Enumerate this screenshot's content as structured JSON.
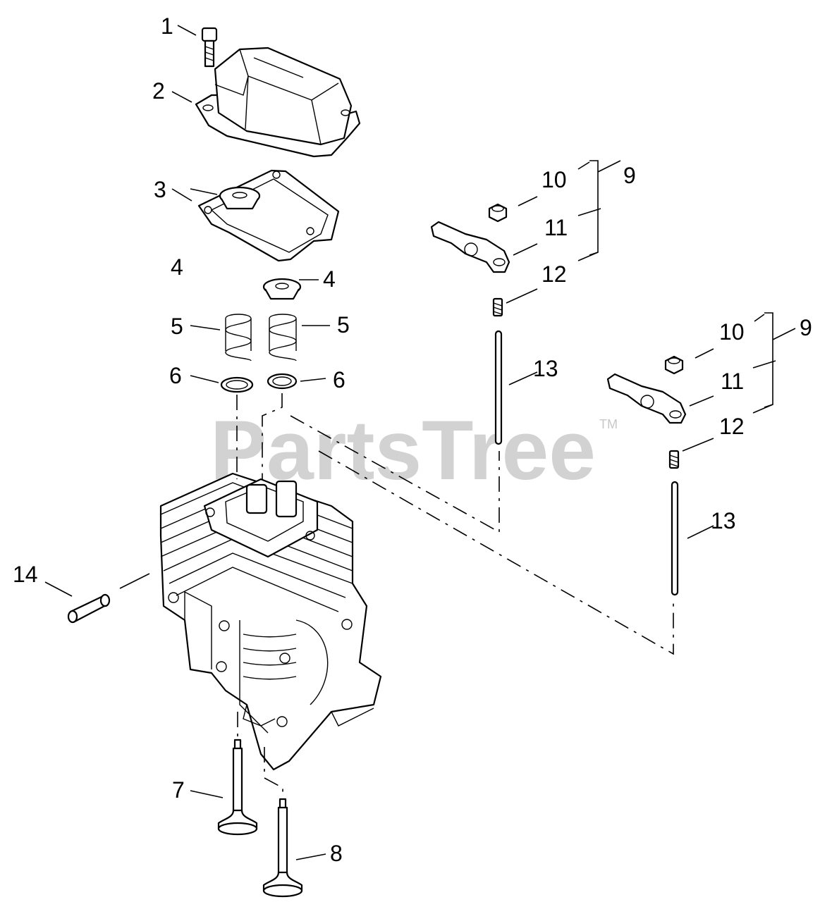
{
  "watermark": {
    "text": "PartsTree",
    "trademark": "TM"
  },
  "callouts": {
    "c1": "1",
    "c2": "2",
    "c3": "3",
    "c4a": "4",
    "c4b": "4",
    "c5a": "5",
    "c5b": "5",
    "c6a": "6",
    "c6b": "6",
    "c7": "7",
    "c8": "8",
    "c9a": "9",
    "c10a": "10",
    "c11a": "11",
    "c12a": "12",
    "c13a": "13",
    "c9b": "9",
    "c10b": "10",
    "c11b": "11",
    "c12b": "12",
    "c13b": "13",
    "c14": "14"
  }
}
